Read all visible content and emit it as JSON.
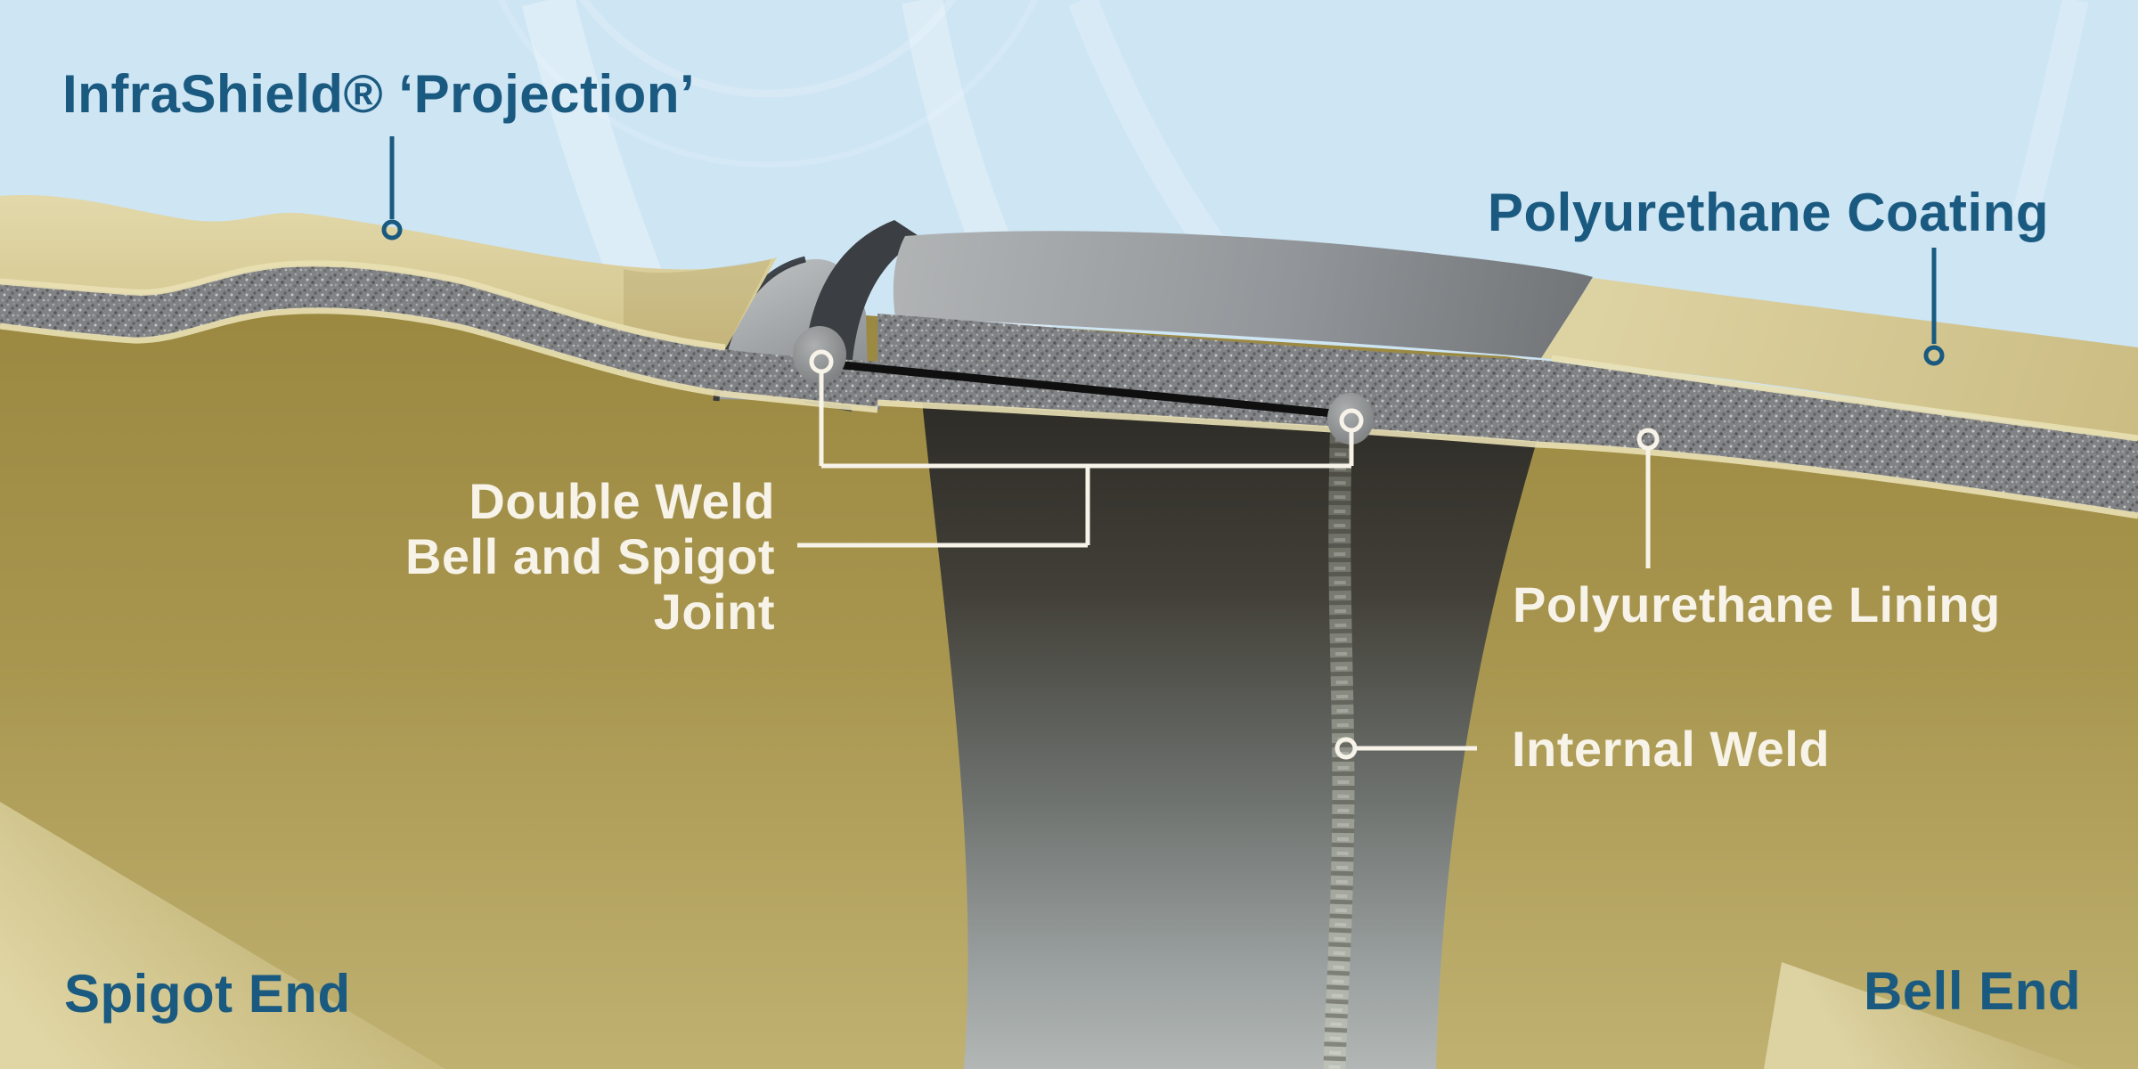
{
  "diagram": {
    "title": "InfraShield pipe joint cutaway diagram",
    "labels": {
      "infrashield": "InfraShield® ‘Projection’",
      "coating": "Polyurethane Coating",
      "double_weld_line1": "Double Weld",
      "double_weld_line2": "Bell and Spigot",
      "double_weld_line3": "Joint",
      "lining": "Polyurethane Lining",
      "internal_weld": "Internal Weld",
      "spigot_end": "Spigot End",
      "bell_end": "Bell End"
    },
    "markers": {
      "style": "small circle ring with leader line",
      "blue_marker_color": "#1a5a80",
      "white_marker_color": "#f7f3e8"
    },
    "colors": {
      "label_blue": "#1a5a80",
      "label_white": "#f7f3e8",
      "sky": "#cee5f4",
      "coating_sand_light": "#e2d8a8",
      "coating_sand_dark": "#cfc085",
      "interior_olive": "#a3914a",
      "pipe_steel_gray": "#9aa0a3",
      "pipe_interior_dark": "#312f29",
      "cut_face_speckle_gray": "#808184",
      "weld_bead_gray": "#8e9187",
      "gap_line_black": "#0f0f0f"
    }
  }
}
